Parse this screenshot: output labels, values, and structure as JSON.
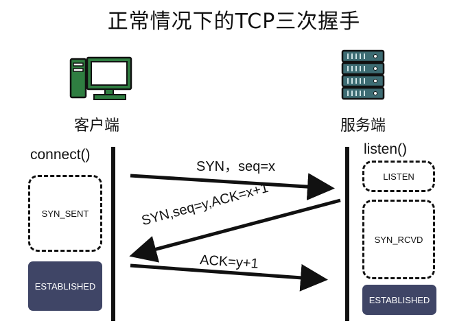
{
  "title": "正常情况下的TCP三次握手",
  "client": {
    "label": "客户端",
    "call": "connect()",
    "states": [
      "SYN_SENT",
      "ESTABLISHED"
    ]
  },
  "server": {
    "label": "服务端",
    "call": "listen()",
    "states": [
      "LISTEN",
      "SYN_RCVD",
      "ESTABLISHED"
    ]
  },
  "messages": [
    {
      "text": "SYN，seq=x",
      "direction": "client-to-server"
    },
    {
      "text": "SYN,seq=y,ACK=x+1",
      "direction": "server-to-client"
    },
    {
      "text": "ACK=y+1",
      "direction": "client-to-server"
    }
  ],
  "icons": {
    "client": "desktop-computer-icon",
    "server": "server-rack-icon"
  },
  "colors": {
    "established_fill": "#3f4566",
    "monitor_green": "#2f7e41",
    "server_teal": "#3d6c73"
  }
}
